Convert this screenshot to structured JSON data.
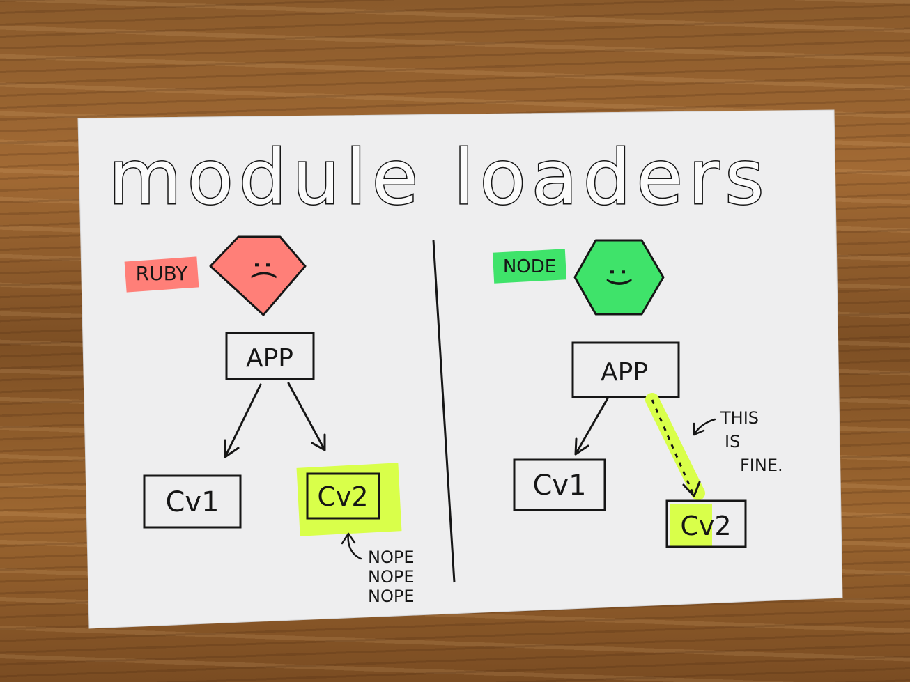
{
  "title": "module loaders",
  "left": {
    "label": "RUBY",
    "face": ":(",
    "app": "APP",
    "dep1": "Cv1",
    "dep2": "Cv2",
    "note": [
      "NOPE",
      "NOPE",
      "NOPE"
    ]
  },
  "right": {
    "label": "NODE",
    "face": ":)",
    "app": "APP",
    "dep1": "Cv1",
    "dep2": "Cv2",
    "note": [
      "THIS",
      "IS",
      "FINE."
    ]
  },
  "colors": {
    "ruby": "#ff7f78",
    "node": "#3fe36a",
    "highlight": "#d9ff4a",
    "card": "#eeeeef",
    "ink": "#161616"
  }
}
